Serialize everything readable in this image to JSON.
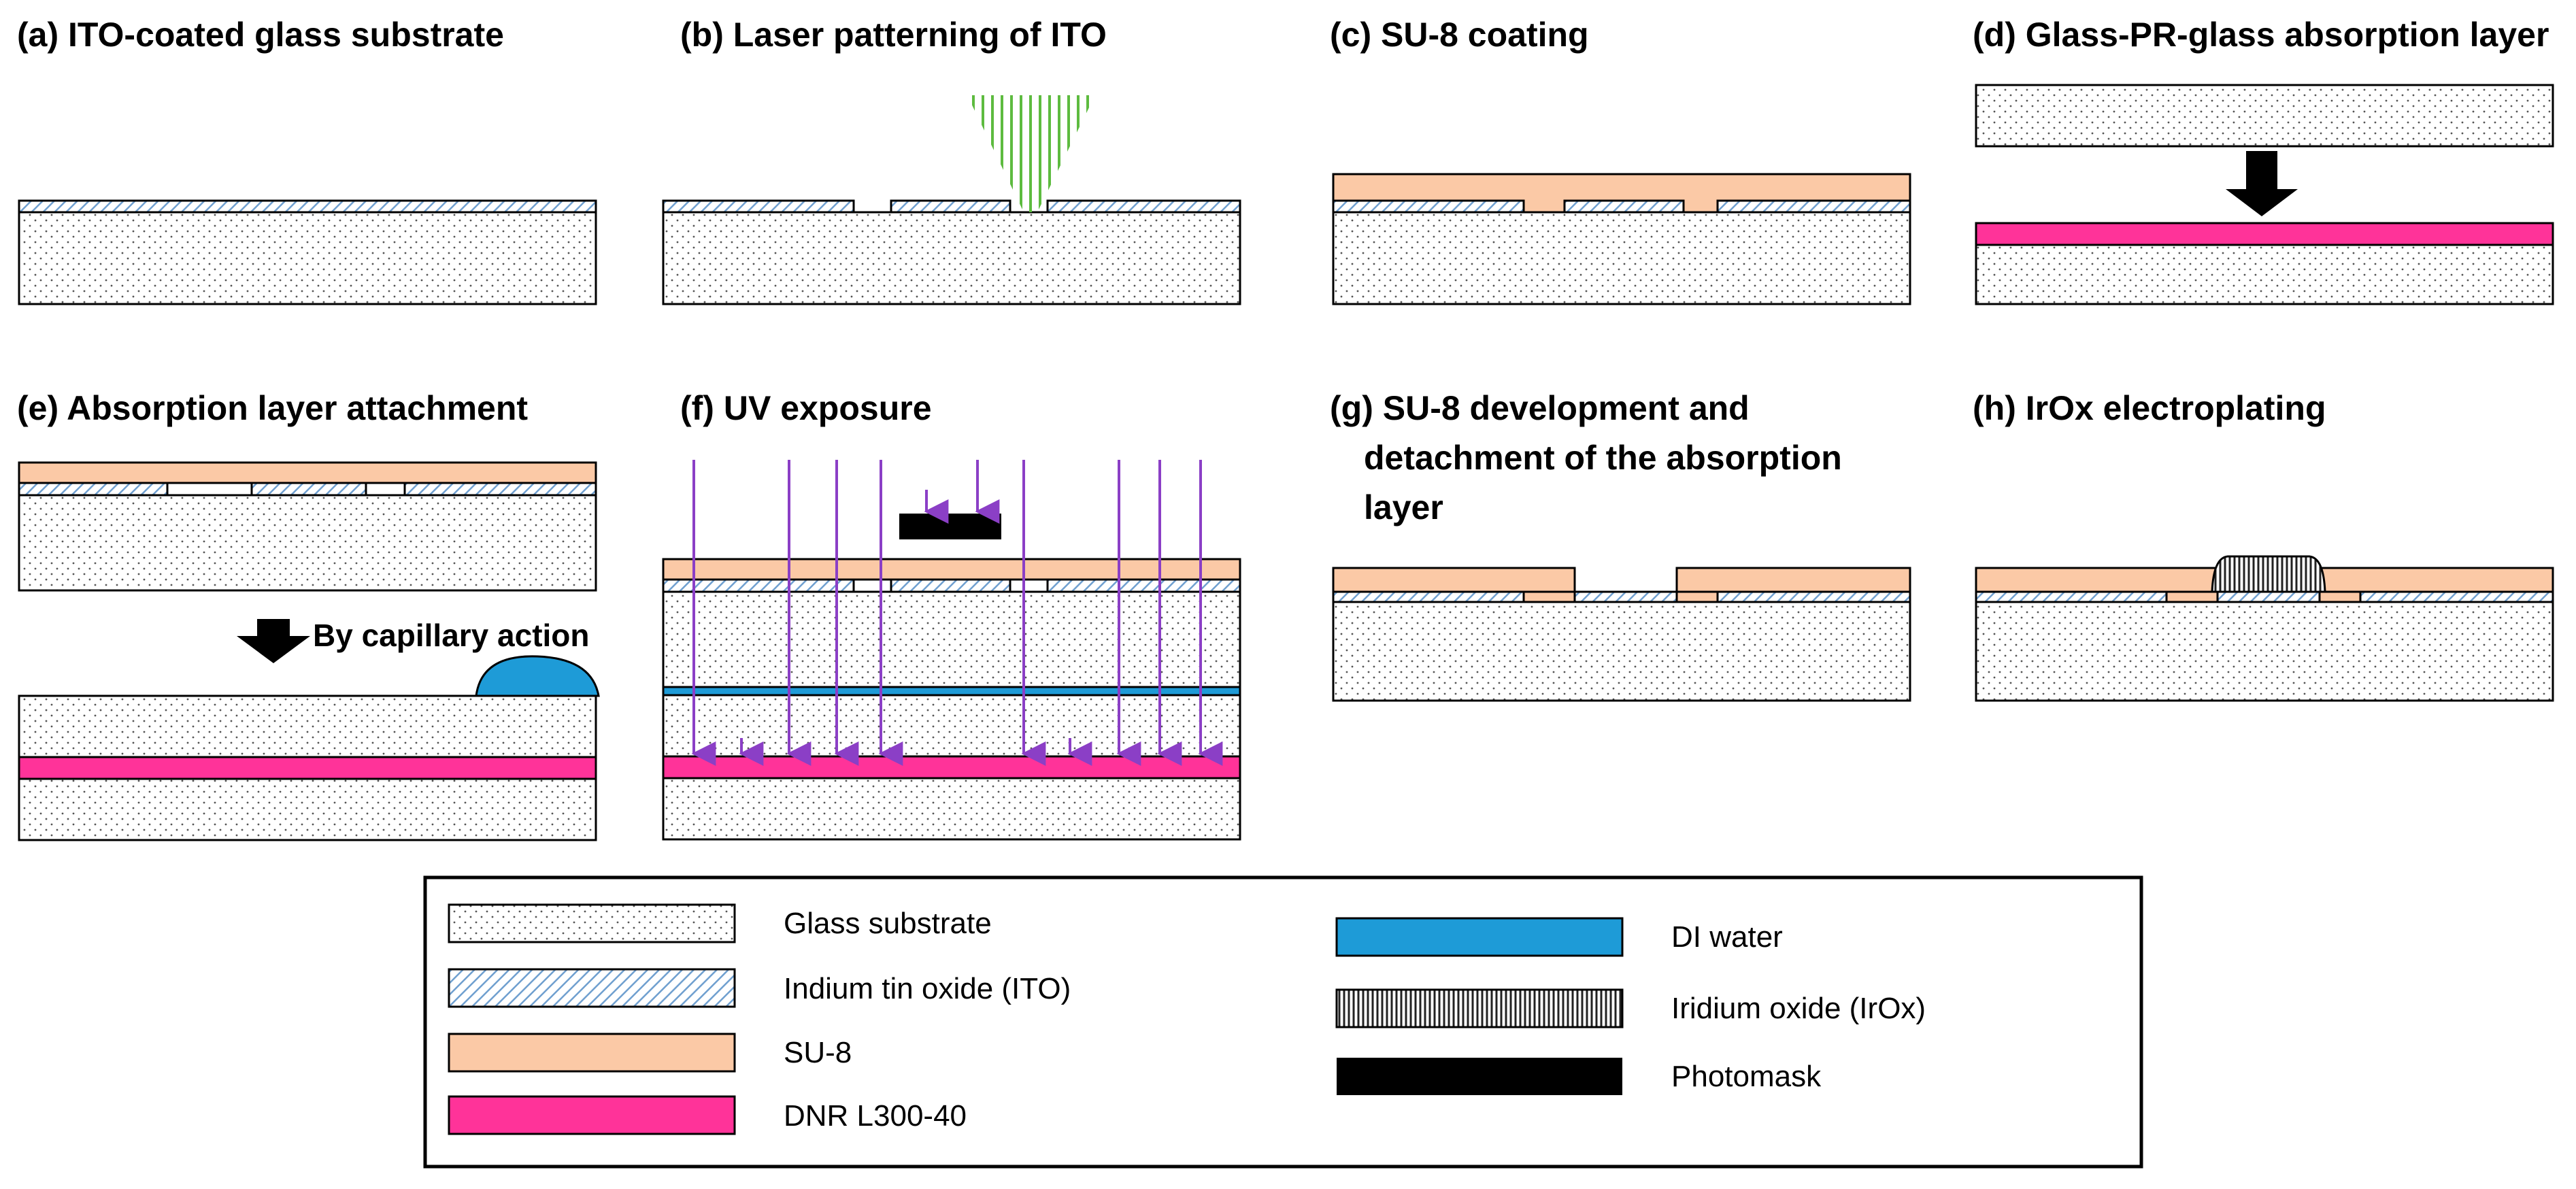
{
  "panels": {
    "a": {
      "title": "(a) ITO-coated glass substrate"
    },
    "b": {
      "title": "(b) Laser patterning of ITO"
    },
    "c": {
      "title": "(c) SU-8 coating"
    },
    "d": {
      "title": "(d) Glass-PR-glass absorption layer"
    },
    "e": {
      "title": "(e) Absorption layer attachment",
      "note": "By capillary action"
    },
    "f": {
      "title": "(f) UV exposure"
    },
    "g": {
      "title_lines": [
        "(g) SU-8 development and",
        "detachment of the absorption",
        "layer"
      ]
    },
    "h": {
      "title": "(h) IrOx electroplating"
    }
  },
  "legend": {
    "items": [
      {
        "key": "glass",
        "label": "Glass substrate"
      },
      {
        "key": "ito",
        "label": "Indium tin oxide (ITO)"
      },
      {
        "key": "su8",
        "label": "SU-8"
      },
      {
        "key": "dnr",
        "label": "DNR L300-40"
      },
      {
        "key": "water",
        "label": "DI water"
      },
      {
        "key": "irox",
        "label": "Iridium oxide (IrOx)"
      },
      {
        "key": "photomask",
        "label": "Photomask"
      }
    ]
  },
  "colors": {
    "su8": "#fbc9a6",
    "dnr": "#ff3399",
    "water": "#1e9bd7",
    "ito_hatch": "#6f9fcf",
    "uv_arrow": "#8b3fc6",
    "laser": "#5dbb3f",
    "photomask": "#000000"
  }
}
